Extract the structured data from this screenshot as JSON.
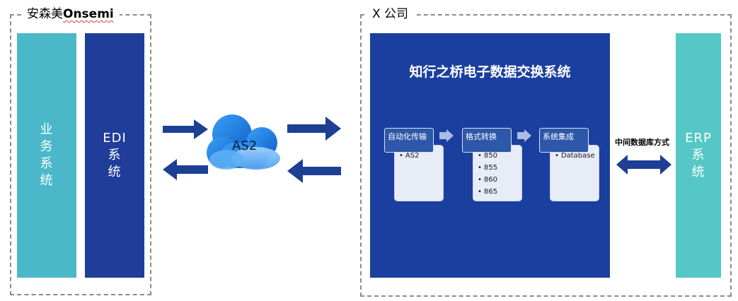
{
  "onsemi": {
    "title_prefix": "安森美",
    "title_brand": "Onsemi",
    "business": {
      "chars": [
        "业",
        "务",
        "系",
        "统"
      ]
    },
    "edi": {
      "chars": [
        "EDI",
        "系",
        "统"
      ]
    }
  },
  "company_x": {
    "title": "X 公司",
    "platform": {
      "title": "知行之桥电子数据交换系统",
      "stages": [
        {
          "label": "自动化传输",
          "items": [
            "AS2"
          ]
        },
        {
          "label": "格式转换",
          "items": [
            "850",
            "855",
            "860",
            "865"
          ]
        },
        {
          "label": "系统集成",
          "items": [
            "Database"
          ]
        }
      ]
    },
    "erp": {
      "chars": [
        "ERP",
        "系",
        "统"
      ]
    }
  },
  "cloud": {
    "label": "AS2"
  },
  "connector": {
    "label": "中间数据库方式"
  },
  "colors": {
    "teal": "#4bb8c9",
    "edi_navy": "#1f3d99",
    "platform_blue": "#1b3f9e",
    "erp_teal": "#55c7c7",
    "arrow_blue": "#1d3f94",
    "cloud_blue": "#1e7fe0",
    "dashed_border": "#8c8c8c"
  }
}
